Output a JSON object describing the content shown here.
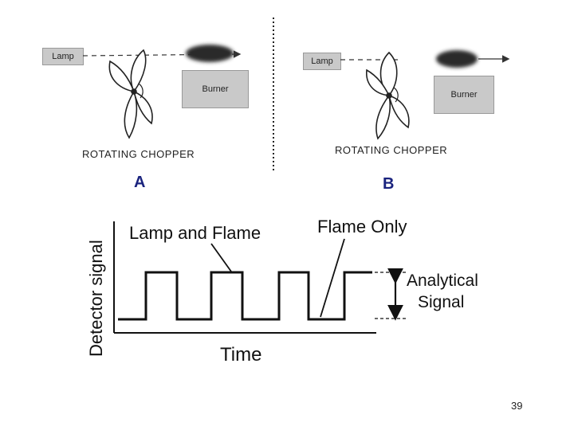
{
  "panel_a": {
    "lamp_label": "Lamp",
    "burner_label": "Burner",
    "caption": "ROTATING CHOPPER",
    "letter": "A"
  },
  "panel_b": {
    "lamp_label": "Lamp",
    "burner_label": "Burner",
    "caption": "ROTATING CHOPPER",
    "letter": "B"
  },
  "signal_plot": {
    "y_axis_label": "Detector signal",
    "x_axis_label": "Time",
    "lamp_and_flame_label": "Lamp and Flame",
    "flame_only_label": "Flame Only",
    "analytical_signal_label_line1": "Analytical",
    "analytical_signal_label_line2": "Signal"
  },
  "page_number": "39"
}
